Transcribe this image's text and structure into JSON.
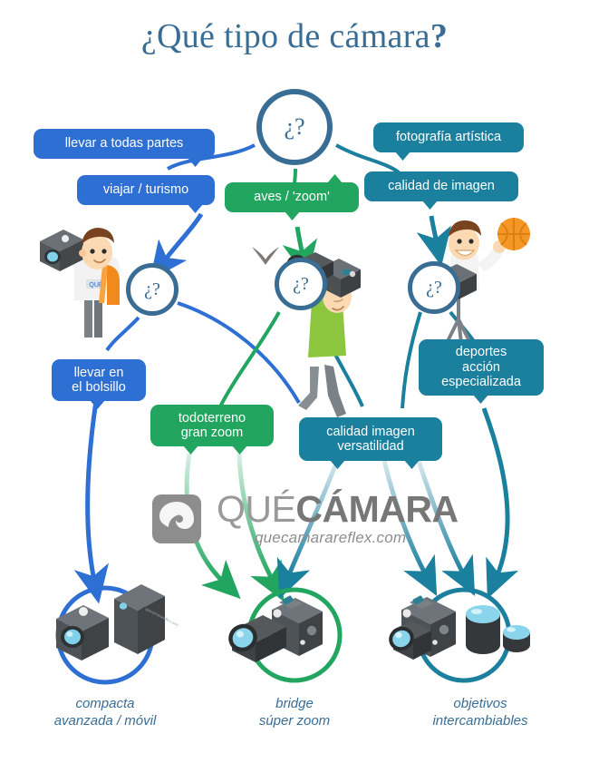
{
  "page": {
    "title": "¿Qué tipo de cámara?",
    "title_lead": "¿Qué tipo de cámara",
    "title_mark": "?"
  },
  "colors": {
    "title_blue": "#3a6d94",
    "bubble_blue": "#2e6fd4",
    "bubble_green": "#22a65f",
    "bubble_teal": "#1b7f9e",
    "arrow_blue": "#2e6fd4",
    "arrow_green": "#22a65f",
    "arrow_teal": "#1b7f9e",
    "node_border": "#3a6d94",
    "logo_gray": "#8d8d8d",
    "camera_body": "#4f5457",
    "lens_glass": "#7fd0e8"
  },
  "nodes": {
    "root": {
      "label": "¿?"
    },
    "branch_compact": {
      "label": "¿?"
    },
    "branch_bridge": {
      "label": "¿?"
    },
    "branch_dslr": {
      "label": "¿?"
    }
  },
  "bubbles": [
    {
      "id": "llevar-a-todas-partes",
      "text": "llevar a todas partes",
      "color": "blue"
    },
    {
      "id": "viajar-turismo",
      "text": "viajar / turismo",
      "color": "blue"
    },
    {
      "id": "aves-zoom",
      "text": "aves / 'zoom'",
      "color": "green"
    },
    {
      "id": "fotografia-artistica",
      "text": "fotografía artística",
      "color": "teal"
    },
    {
      "id": "calidad-de-imagen",
      "text": "calidad de imagen",
      "color": "teal"
    },
    {
      "id": "llevar-en-el-bolsillo",
      "text": "llevar en\nel bolsillo",
      "color": "blue"
    },
    {
      "id": "todoterreno-gran-zoom",
      "text": "todoterreno\ngran zoom",
      "color": "green"
    },
    {
      "id": "calidad-imagen-versatilidad",
      "text": "calidad imagen\nversatilidad",
      "color": "teal"
    },
    {
      "id": "deportes-accion-especializada",
      "text": "deportes\nacción\nespecializada",
      "color": "teal"
    }
  ],
  "results": [
    {
      "id": "compacta",
      "label": "compacta\navanzada / móvil",
      "ring_color": "#2e6fd4"
    },
    {
      "id": "bridge",
      "label": "bridge\nsúper zoom",
      "ring_color": "#22a65f"
    },
    {
      "id": "objetivos",
      "label": "objetivos\nintercambiables",
      "ring_color": "#1b7f9e"
    }
  ],
  "logo": {
    "word_light": "QUÉ",
    "word_bold": "CÁMARA",
    "url": "quecamarareflex.com",
    "icon": "aperture-icon"
  },
  "decor": {
    "bird": "bird-silhouette-icon",
    "basketball": "basketball-icon"
  }
}
